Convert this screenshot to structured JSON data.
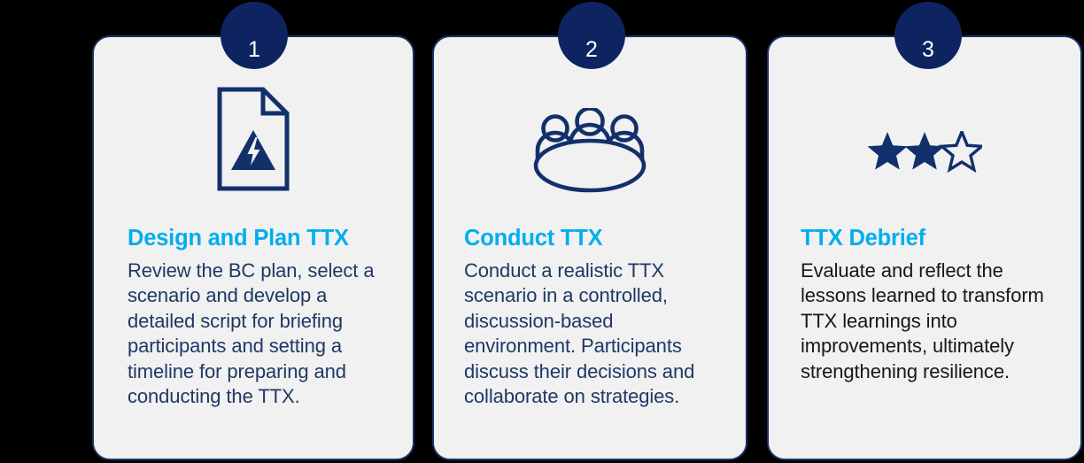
{
  "background_color": "#000000",
  "theme": {
    "card_fill": "#f1f1f1",
    "card_border": "#1b3263",
    "badge_fill": "#0d2460",
    "badge_text": "#ffffff",
    "title_accent": "#00aeef",
    "body_navy": "#1f3864",
    "body_black": "#171717",
    "icon_navy": "#0d2460"
  },
  "steps": [
    {
      "number": "1",
      "icon": "document-warning-icon",
      "title": "Design and Plan TTX",
      "body": "Review the BC plan, select a scenario and develop a detailed script for briefing participants and setting a timeline for preparing and conducting the TTX."
    },
    {
      "number": "2",
      "icon": "people-at-table-icon",
      "title": "Conduct TTX",
      "body": "Conduct a realistic TTX scenario in a controlled, discussion-based environment. Participants discuss their decisions and collaborate on strategies."
    },
    {
      "number": "3",
      "icon": "two-of-three-stars-icon",
      "title": "TTX Debrief",
      "body": "Evaluate and reflect the lessons learned to transform TTX learnings into improvements, ultimately strengthening resilience."
    }
  ]
}
